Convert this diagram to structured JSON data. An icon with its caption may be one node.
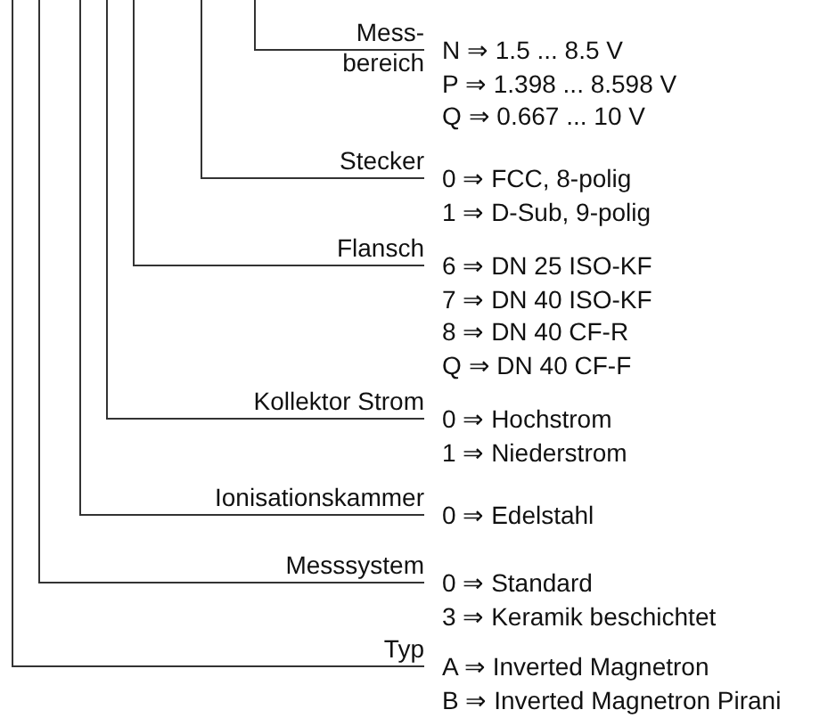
{
  "diagram": {
    "nodes": [
      {
        "text": [
          "Mess- bereich"
        ],
        "beside": [
          "N ⇒ 1.5 ... 8.5 V",
          "P ⇒ 1.398 ... 8.598 V",
          "Q ⇒ 0.667 ... 10 V"
        ]
      },
      {
        "text": [
          "Stecker"
        ],
        "beside": [
          "0 ⇒ FCC, 8-polig",
          "1 ⇒ D-Sub, 9-polig"
        ]
      },
      {
        "text": [
          "Flansch"
        ],
        "beside": [
          "6 ⇒ DN 25 ISO-KF",
          "7 ⇒ DN 40 ISO-KF",
          "8 ⇒ DN 40 CF-R",
          "Q ⇒ DN 40 CF-F"
        ]
      },
      {
        "text": [
          "Kollektor Strom"
        ],
        "beside": [
          "0 ⇒ Hochstrom",
          "1 ⇒ Niederstrom"
        ]
      },
      {
        "text": [
          "Ionisationskammer"
        ],
        "beside": [
          "0 ⇒ Edelstahl"
        ]
      },
      {
        "text": [
          "Messsystem"
        ],
        "beside": [
          "0 ⇒ Standard",
          "3 ⇒ Keramik beschichtet"
        ]
      },
      {
        "text": [
          "Typ"
        ],
        "beside": [
          "A ⇒ Inverted Magnetron",
          "B ⇒ Inverted Magnetron Pirani"
        ]
      }
    ],
    "edges": [
      {
        "from": 0,
        "to": null,
        "arrow": "none"
      },
      {
        "from": 1,
        "to": null,
        "arrow": "none"
      },
      {
        "from": 2,
        "to": null,
        "arrow": "none"
      },
      {
        "from": 3,
        "to": null,
        "arrow": "none"
      },
      {
        "from": 4,
        "to": null,
        "arrow": "none"
      },
      {
        "from": 5,
        "to": null,
        "arrow": "none"
      },
      {
        "from": 6,
        "to": null,
        "arrow": "none"
      }
    ]
  }
}
